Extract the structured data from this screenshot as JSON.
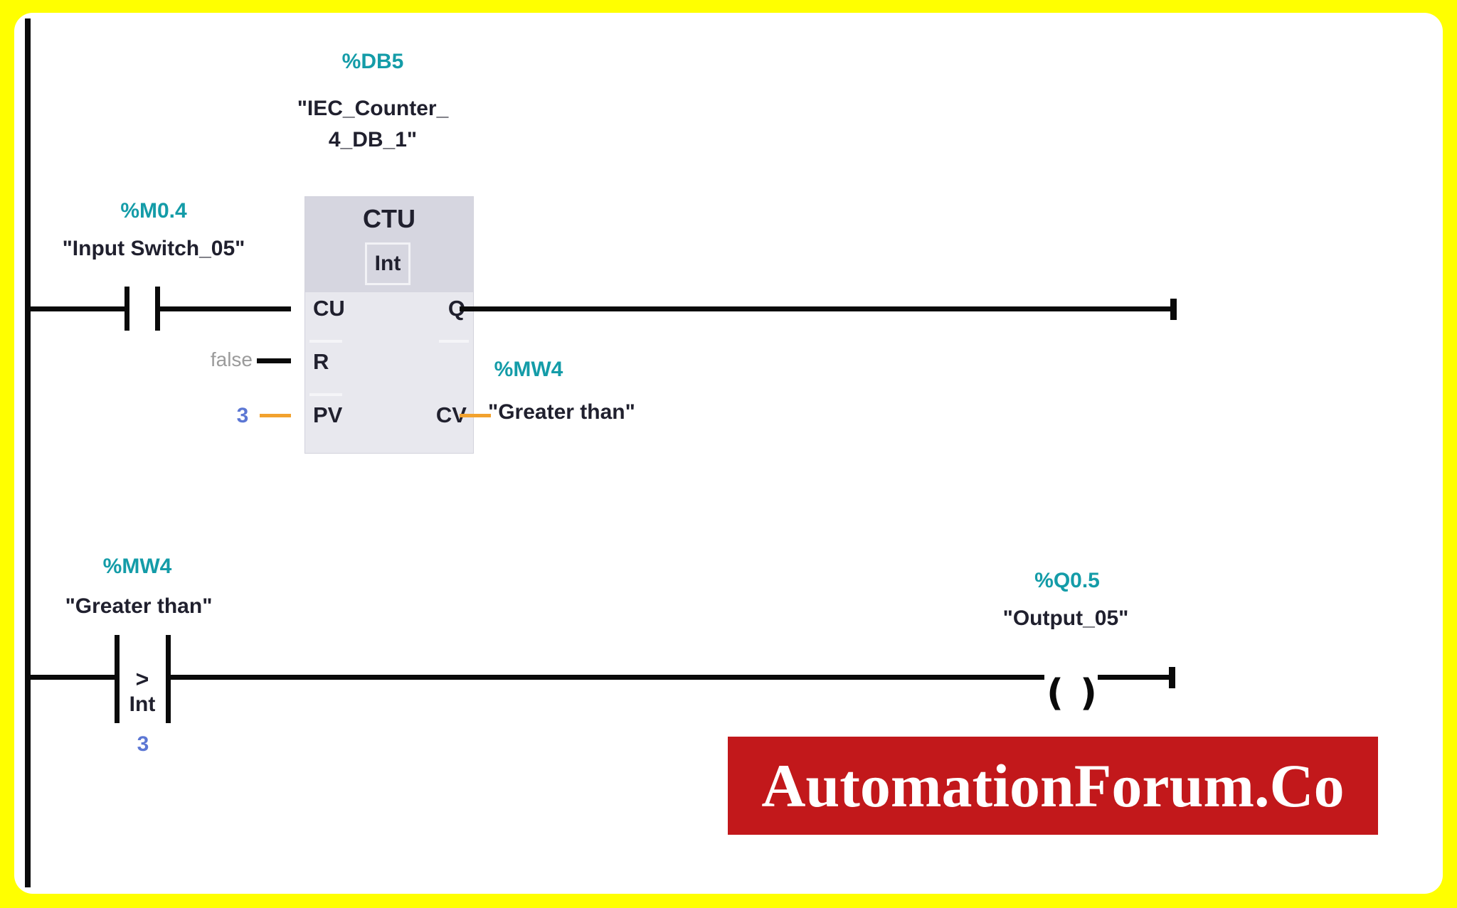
{
  "colors": {
    "border": "#ffff00",
    "background": "#ffffff",
    "wire": "#0a0a0a",
    "address": "#149ca8",
    "tag": "#20202e",
    "value": "#5c77d4",
    "false_value": "#9b9b9b",
    "orange": "#f2a22e",
    "blockhead": "#d6d6e0",
    "blockbody": "#e8e8ee",
    "banner": "#c2181b",
    "bannertext": "#ffffff"
  },
  "network": {
    "rung1": {
      "contact": {
        "address": "%M0.4",
        "tag": "\"Input Switch_05\""
      },
      "counter_block": {
        "db_address": "%DB5",
        "db_name_line1": "\"IEC_Counter_",
        "db_name_line2": "4_DB_1\"",
        "title": "CTU",
        "data_type": "Int",
        "pin_cu": "CU",
        "pin_r": "R",
        "pin_pv": "PV",
        "pin_q": "Q",
        "pin_cv": "CV",
        "r_value": "false",
        "pv_value": "3"
      },
      "cv_operand": {
        "address": "%MW4",
        "tag": "\"Greater than\""
      }
    },
    "rung2": {
      "compare_contact": {
        "address": "%MW4",
        "tag": "\"Greater than\"",
        "operator": ">",
        "data_type": "Int",
        "value": "3"
      },
      "coil": {
        "address": "%Q0.5",
        "tag": "\"Output_05\""
      }
    }
  },
  "watermark": {
    "text": "AutomationForum.Co"
  }
}
